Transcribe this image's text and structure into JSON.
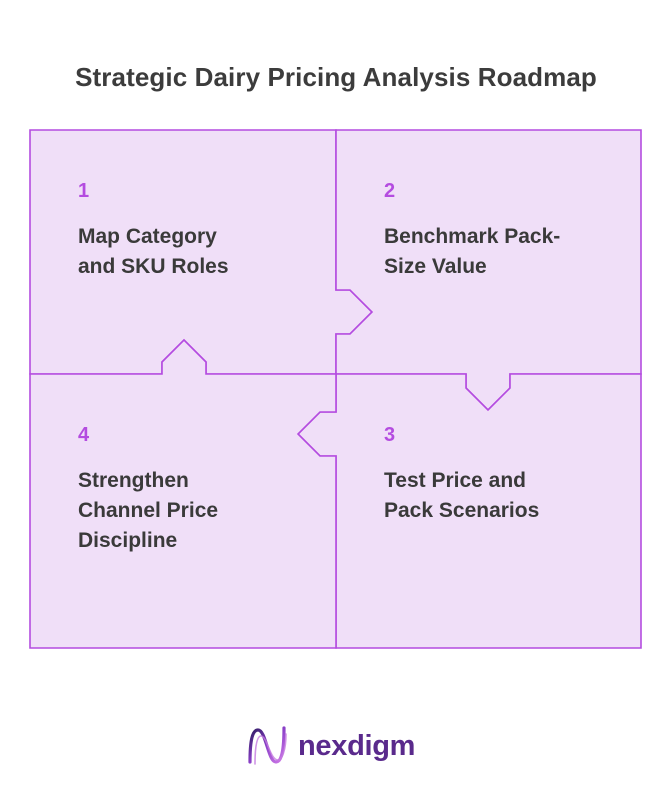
{
  "title": "Strategic Dairy Pricing Analysis Roadmap",
  "steps": [
    {
      "number": "1",
      "label": "Map Category\nand SKU Roles"
    },
    {
      "number": "2",
      "label": "Benchmark Pack-\nSize Value"
    },
    {
      "number": "3",
      "label": "Test Price and\nPack Scenarios"
    },
    {
      "number": "4",
      "label": "Strengthen\nChannel Price\nDiscipline"
    }
  ],
  "colors": {
    "box_fill": "#f0dff8",
    "box_stroke": "#b44ce0",
    "number": "#b44ce0",
    "label": "#3a3a3a",
    "brand": "#5a2a8c"
  },
  "brand": {
    "name": "nexdigm",
    "icon": "nexdigm-logo-icon"
  }
}
